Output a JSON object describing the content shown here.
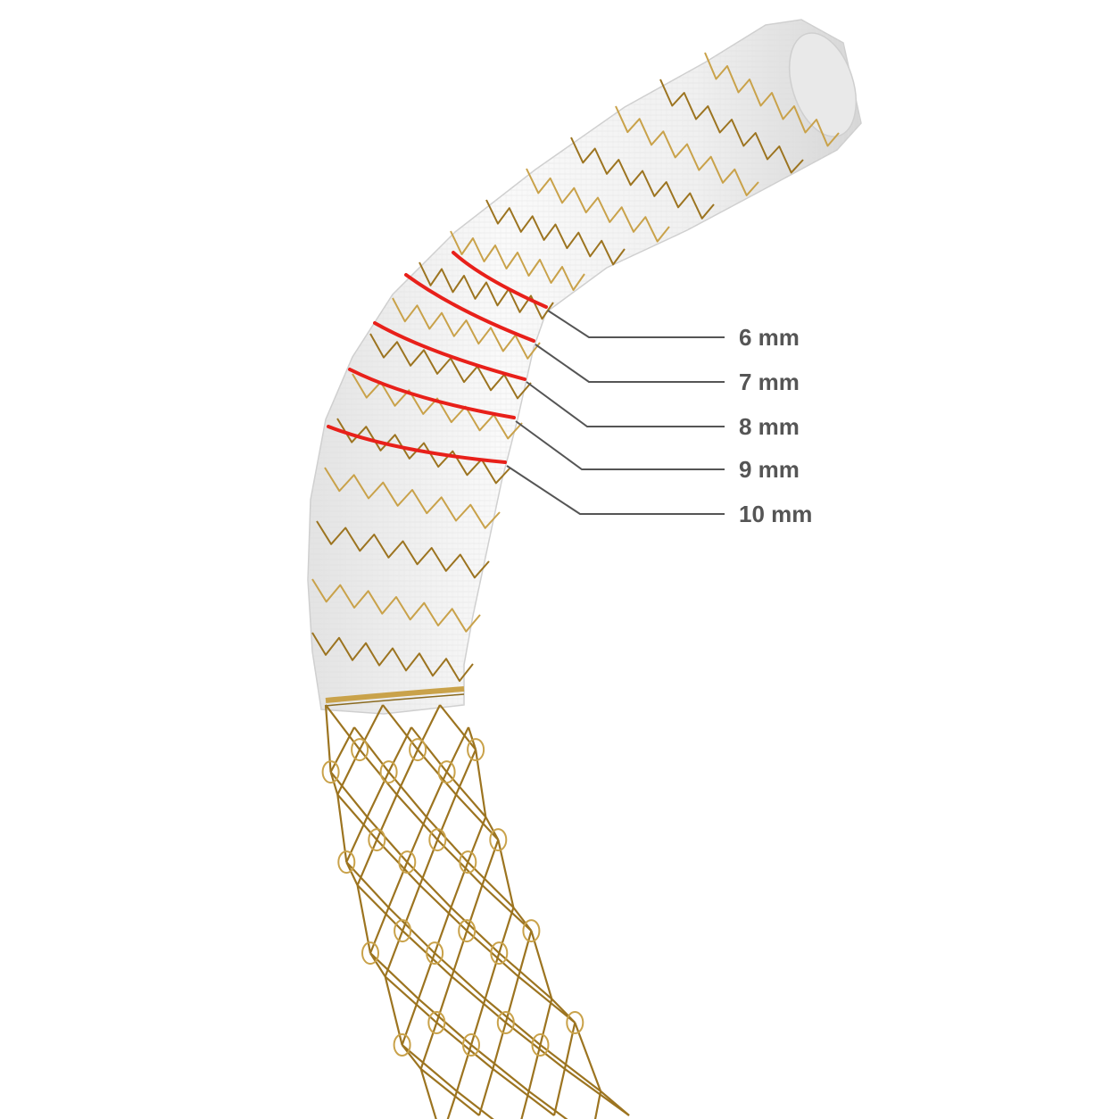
{
  "image": {
    "subject": "stent-graft",
    "colors": {
      "background": "#ffffff",
      "fabric": "#f1f1f1",
      "fabric_shadow": "#d9d9d9",
      "wire": "#c9a24a",
      "wire_dark": "#9c7420",
      "marker_ring": "#e8201a",
      "callout_line": "#555555",
      "label_text": "#555555"
    }
  },
  "callouts": [
    {
      "label": "6 mm",
      "value_mm": 6
    },
    {
      "label": "7 mm",
      "value_mm": 7
    },
    {
      "label": "8 mm",
      "value_mm": 8
    },
    {
      "label": "9 mm",
      "value_mm": 9
    },
    {
      "label": "10 mm",
      "value_mm": 10
    }
  ]
}
